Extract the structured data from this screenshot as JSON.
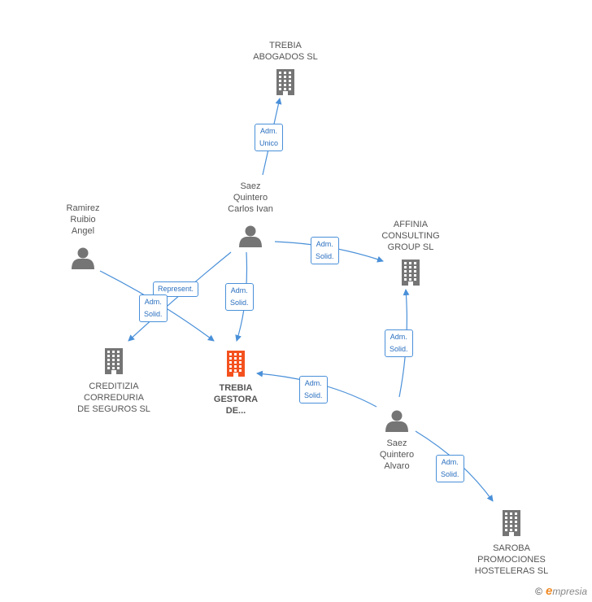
{
  "colors": {
    "edge": "#4a90d9",
    "person": "#757575",
    "company": "#757575",
    "company_highlight": "#f4511e",
    "label_border": "#4a90d9",
    "label_text": "#2a6fbf"
  },
  "nodes": [
    {
      "id": "trebia_abogados",
      "type": "company",
      "icon": "building-icon",
      "lines": [
        "TREBIA",
        "ABOGADOS  SL"
      ]
    },
    {
      "id": "saez_carlos",
      "type": "person",
      "icon": "person-icon",
      "lines": [
        "Saez",
        "Quintero",
        "Carlos Ivan"
      ]
    },
    {
      "id": "ramirez",
      "type": "person",
      "icon": "person-icon",
      "lines": [
        "Ramirez",
        "Ruibio",
        "Angel"
      ]
    },
    {
      "id": "affinia",
      "type": "company",
      "icon": "building-icon",
      "lines": [
        "AFFINIA",
        "CONSULTING",
        "GROUP  SL"
      ]
    },
    {
      "id": "creditizia",
      "type": "company",
      "icon": "building-icon",
      "lines": [
        "CREDITIZIA",
        "CORREDURIA",
        "DE SEGUROS SL"
      ]
    },
    {
      "id": "trebia_gestora",
      "type": "company",
      "highlight": true,
      "icon": "building-icon",
      "lines": [
        "TREBIA",
        "GESTORA",
        "DE..."
      ]
    },
    {
      "id": "saez_alvaro",
      "type": "person",
      "icon": "person-icon",
      "lines": [
        "Saez",
        "Quintero",
        "Alvaro"
      ]
    },
    {
      "id": "saroba",
      "type": "company",
      "icon": "building-icon",
      "lines": [
        "SAROBA",
        "PROMOCIONES",
        "HOSTELERAS SL"
      ]
    }
  ],
  "edges": [
    {
      "from": "saez_carlos",
      "to": "trebia_abogados",
      "lines": [
        "Adm.",
        "Unico"
      ]
    },
    {
      "from": "saez_carlos",
      "to": "affinia",
      "lines": [
        "Adm.",
        "Solid."
      ]
    },
    {
      "from": "saez_carlos",
      "to": "trebia_gestora",
      "lines": [
        "Adm.",
        "Solid."
      ]
    },
    {
      "from": "saez_carlos",
      "to": "creditizia",
      "lines": [
        "Represent."
      ]
    },
    {
      "from": "ramirez",
      "to": "trebia_gestora",
      "lines": [
        "Adm.",
        "Solid."
      ]
    },
    {
      "from": "saez_alvaro",
      "to": "trebia_gestora",
      "lines": [
        "Adm.",
        "Solid."
      ]
    },
    {
      "from": "saez_alvaro",
      "to": "affinia",
      "lines": [
        "Adm.",
        "Solid."
      ]
    },
    {
      "from": "saez_alvaro",
      "to": "saroba",
      "lines": [
        "Adm.",
        "Solid."
      ]
    }
  ],
  "footer": {
    "copyright": "©",
    "brand_initial": "e",
    "brand_rest": "mpresia"
  }
}
